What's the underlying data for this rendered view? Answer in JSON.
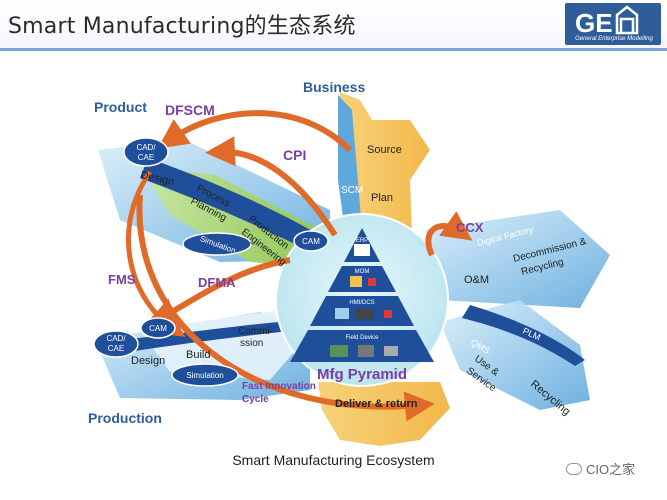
{
  "header": {
    "title": "Smart Manufacturing的生态系统",
    "logo_sub": "General Enterprise Modelling"
  },
  "diagram": {
    "business": "Business",
    "product": "Product",
    "production": "Production",
    "dfscm": "DFSCM",
    "cpi": "CPI",
    "ccx": "CCX",
    "fms": "FMS",
    "dfma": "DFMA",
    "fast_innovation": [
      "Fast Innovation",
      "Cycle"
    ],
    "source": "Source",
    "plan": "Plan",
    "scm": "SCM",
    "deliver_return": "Deliver & return",
    "cad_cae_top": [
      "CAD/",
      "CAE"
    ],
    "design_top": "Design",
    "process_planning": [
      "Process",
      "Planning"
    ],
    "production_engineering": [
      "Production",
      "Engineering"
    ],
    "simulation_top": "Simulation",
    "cam_top": "CAM",
    "cam_bottom": "CAM",
    "cad_cae_bottom": [
      "CAD/",
      "CAE"
    ],
    "design_bottom": "Design",
    "build": "Build",
    "commission": [
      "Commi-",
      "ssion"
    ],
    "simulation_bottom": "Simulation",
    "digital_factory": "Digital Factory",
    "om": "O&M",
    "decommission": [
      "Decommission &",
      "Recycling"
    ],
    "plm": "PLM",
    "qms": "QMS",
    "use_service": [
      "Use &",
      "Service"
    ],
    "recycling": "Recycling",
    "pyramid": {
      "erp": "ERP",
      "mom": "MOM",
      "hmi_dcs": "HMI/DCS",
      "field_device": "Field Device",
      "title": "Mfg Pyramid"
    }
  },
  "caption": "Smart Manufacturing Ecosystem",
  "watermark": "CIO之家",
  "colors": {
    "light_blue": "#8fc6ec",
    "dark_blue": "#1f4f9a",
    "green": "#8dc63f",
    "orange": "#e06a2a",
    "gold": "#f2c14e",
    "teal": "#bfe6ee",
    "purple": "#7b3fa0"
  }
}
